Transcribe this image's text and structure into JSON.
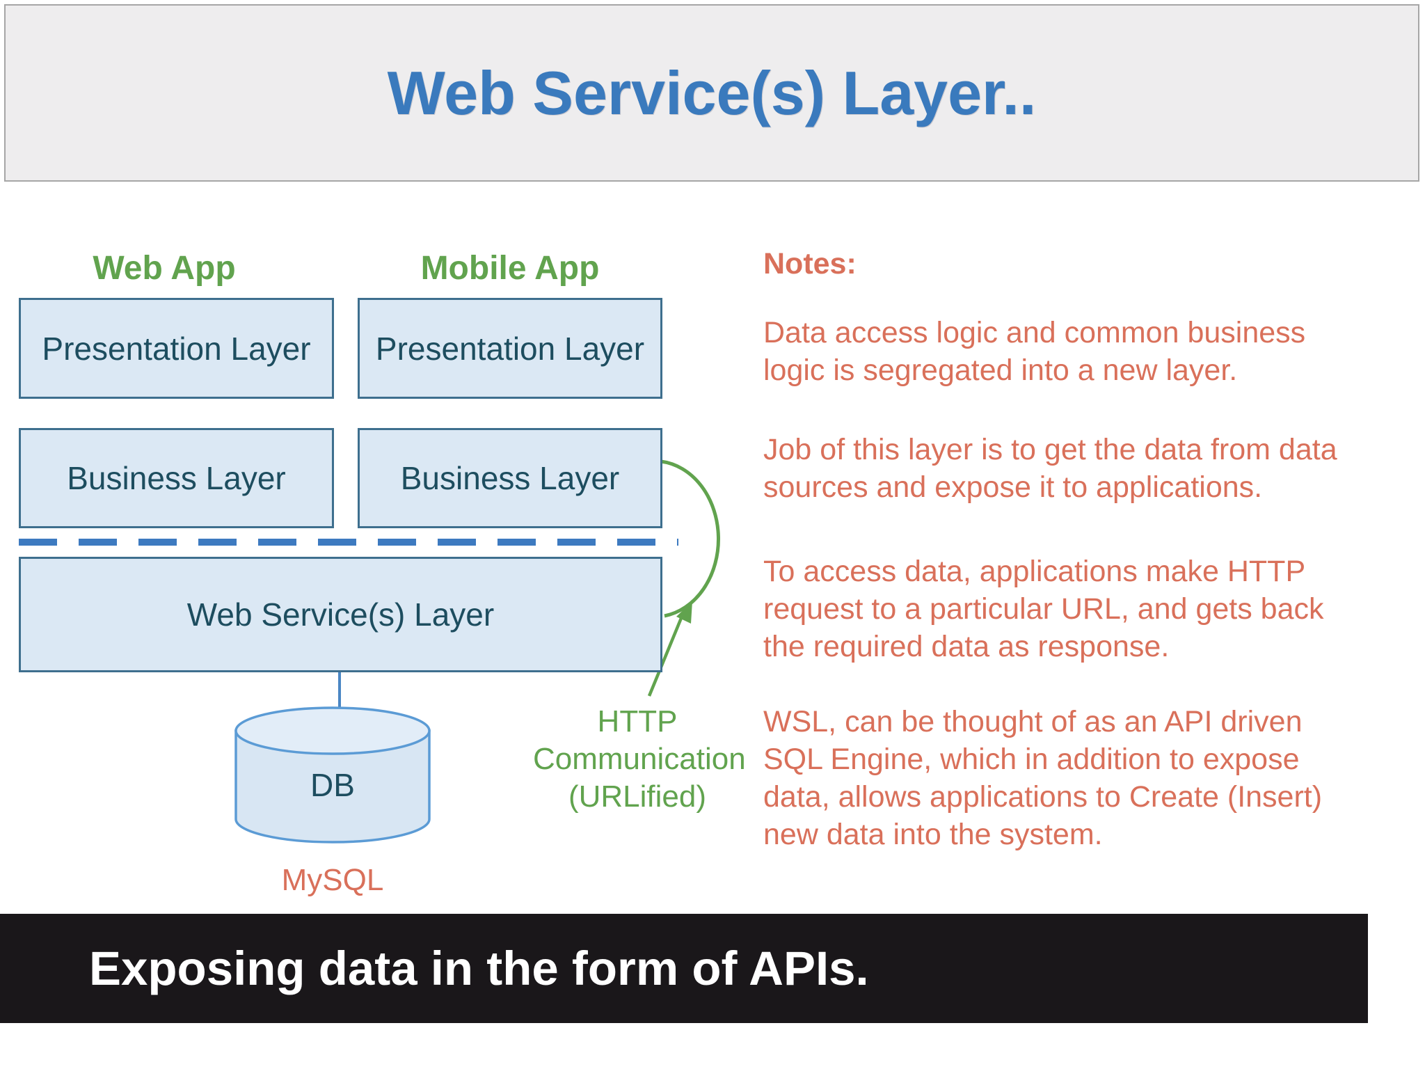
{
  "header": {
    "title": "Web Service(s) Layer.."
  },
  "diagram": {
    "columns": [
      {
        "label": "Web App",
        "presentation": "Presentation Layer",
        "business": "Business Layer"
      },
      {
        "label": "Mobile App",
        "presentation": "Presentation Layer",
        "business": "Business Layer"
      }
    ],
    "web_service_box": "Web Service(s) Layer",
    "db_label": "DB",
    "db_caption": "MySQL",
    "arrow_label_lines": [
      "HTTP",
      "Communication",
      "(URLified)"
    ]
  },
  "notes": {
    "heading": "Notes:",
    "paragraphs": [
      {
        "lines": [
          "Data access logic and common business",
          "logic is segregated into a new layer."
        ]
      },
      {
        "lines": [
          "Job of this layer is to get the data from data",
          "sources and expose it to applications."
        ]
      },
      {
        "lines": [
          "To access data, applications make HTTP",
          "request to a particular URL, and gets back",
          "the required data as response."
        ]
      },
      {
        "lines": [
          "WSL, can be thought of as an API driven",
          "SQL Engine, which in addition to expose",
          "data, allows applications to Create (Insert)",
          "new data into the system."
        ]
      }
    ]
  },
  "footer": {
    "text": "Exposing data in the form of APIs."
  },
  "colors": {
    "accent_blue": "#3a7abd",
    "green": "#61a34e",
    "salmon": "#d9705a",
    "box_fill": "#dbe8f4",
    "box_border": "#3e6f8e",
    "box_text": "#1d4d5f",
    "cylinder_blue": "#5b9bd5",
    "dashed_blue": "#3d7ac0",
    "connector_blue": "#4a86c4",
    "header_fill": "#eeedee",
    "header_border": "#a6a6a6",
    "bar_black": "#1a171a"
  }
}
